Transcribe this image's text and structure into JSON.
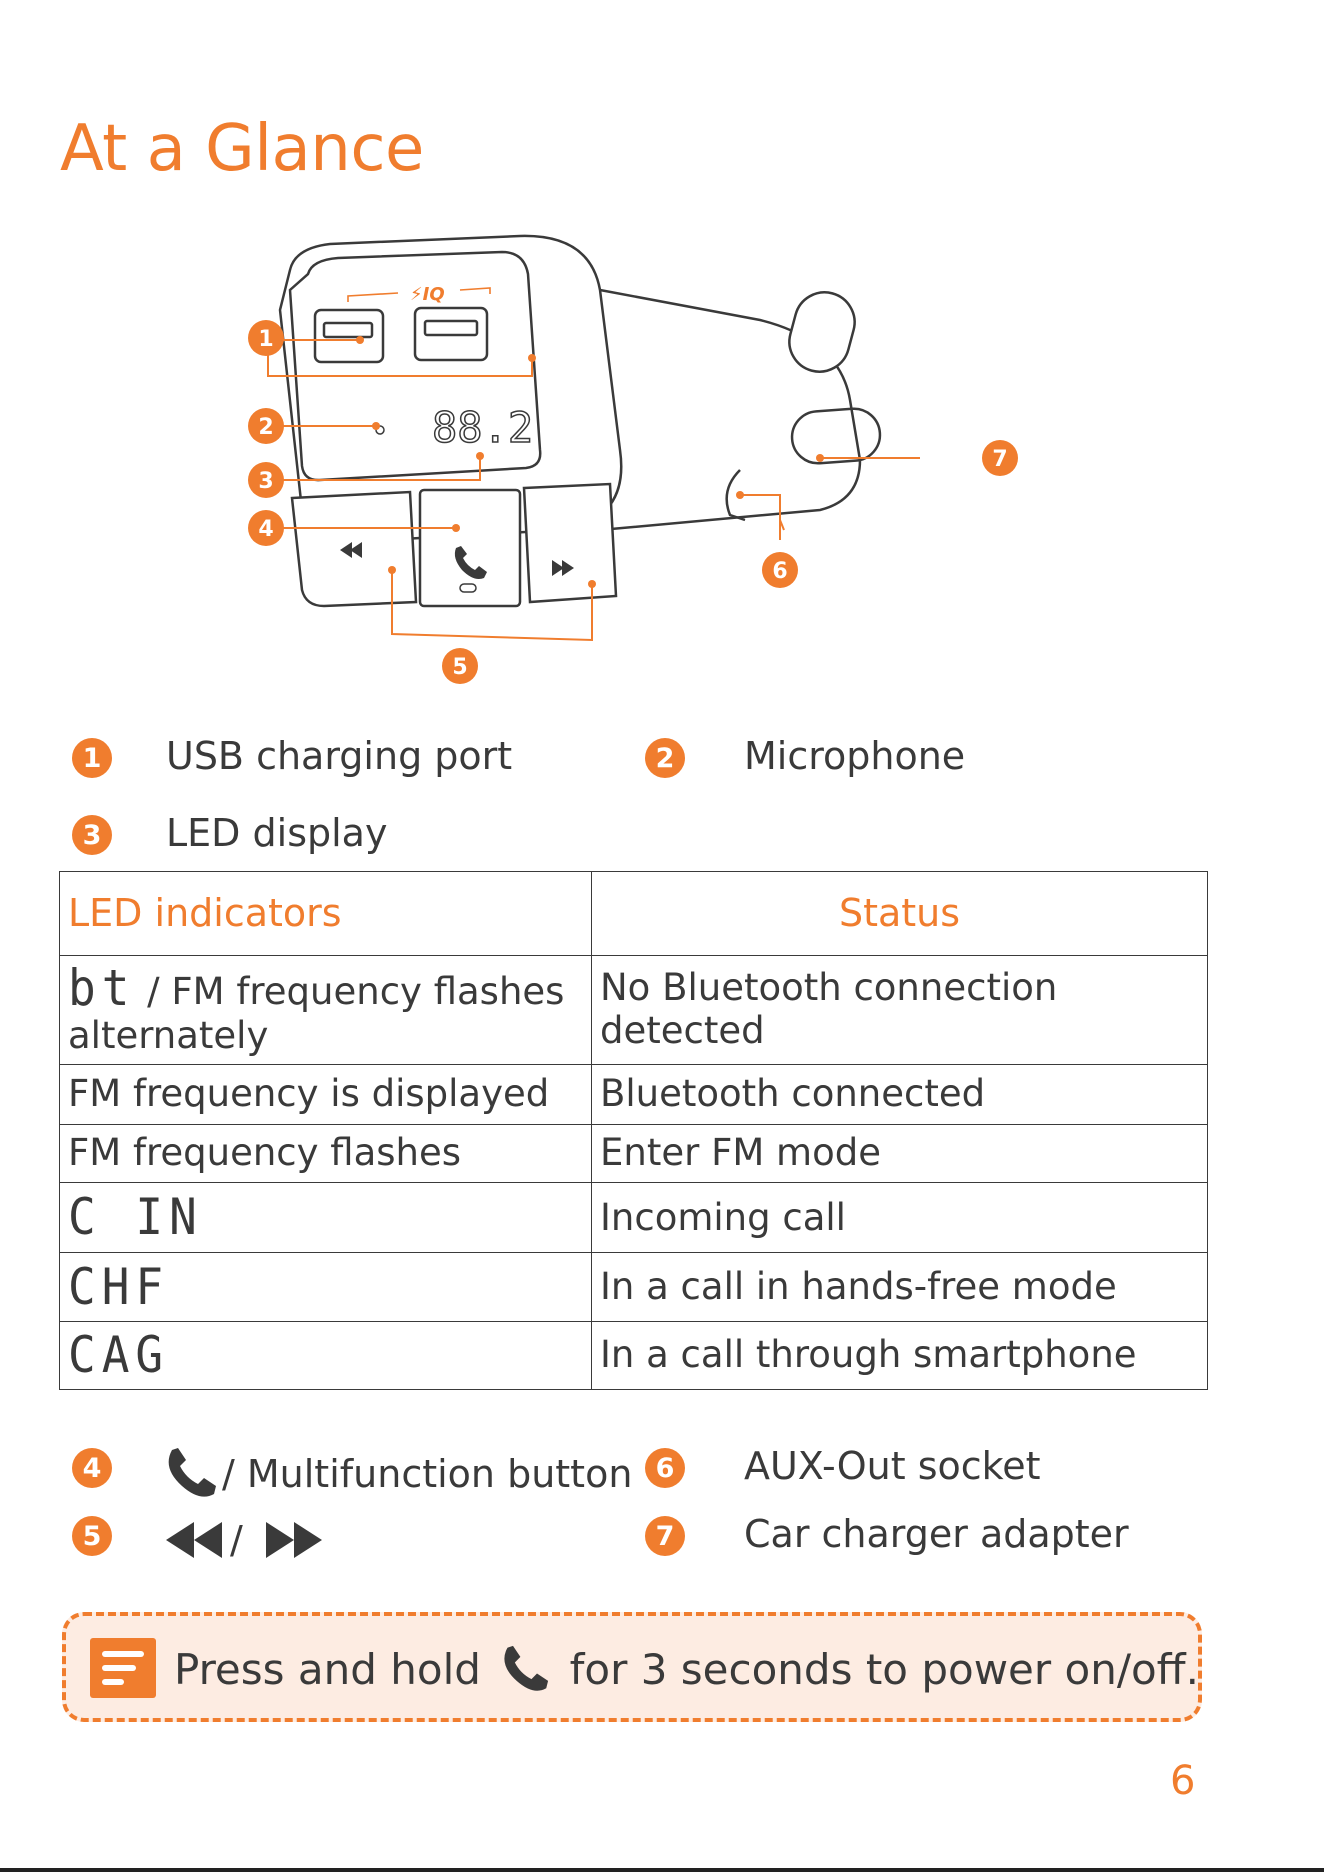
{
  "page": {
    "title": "At a Glance",
    "page_number": "6"
  },
  "colors": {
    "accent": "#f07d2e",
    "text": "#3a3a3a",
    "note_background": "#fdece2"
  },
  "figure": {
    "device": "car charger fm transmitter",
    "logo_text": "⚡IQ",
    "display_readout": "88.2",
    "callouts": [
      "1",
      "2",
      "3",
      "4",
      "5",
      "6",
      "7"
    ]
  },
  "legend_top": [
    {
      "num": "1",
      "label": "USB charging port"
    },
    {
      "num": "2",
      "label": "Microphone"
    },
    {
      "num": "3",
      "label": "LED display"
    }
  ],
  "led_table": {
    "headers": {
      "indicators": "LED indicators",
      "status": "Status"
    },
    "rows": [
      {
        "glyph": "bt",
        "indicator": "/ FM frequency flashes alternately",
        "status": "No Bluetooth connection detected"
      },
      {
        "glyph": "",
        "indicator": "FM frequency is displayed",
        "status": "Bluetooth connected"
      },
      {
        "glyph": "",
        "indicator": "FM frequency flashes",
        "status": "Enter FM mode"
      },
      {
        "glyph": "C IN",
        "indicator": "",
        "status": "Incoming call"
      },
      {
        "glyph": "CHF",
        "indicator": "",
        "status": "In a call in hands-free mode"
      },
      {
        "glyph": "CAG",
        "indicator": "",
        "status": "In a call through smartphone"
      }
    ]
  },
  "legend_bottom": [
    {
      "num": "4",
      "icon": "phone-icon",
      "label": "/ Multifunction button"
    },
    {
      "num": "6",
      "label": "AUX-Out socket"
    },
    {
      "num": "5",
      "icon": "rewind-forward-icons",
      "label": "/"
    },
    {
      "num": "7",
      "label": "Car charger adapter"
    }
  ],
  "note": {
    "icon": "note-icon",
    "text_before": "Press and hold",
    "icon_inline": "phone-icon",
    "text_after": "for 3 seconds to power on/off."
  }
}
